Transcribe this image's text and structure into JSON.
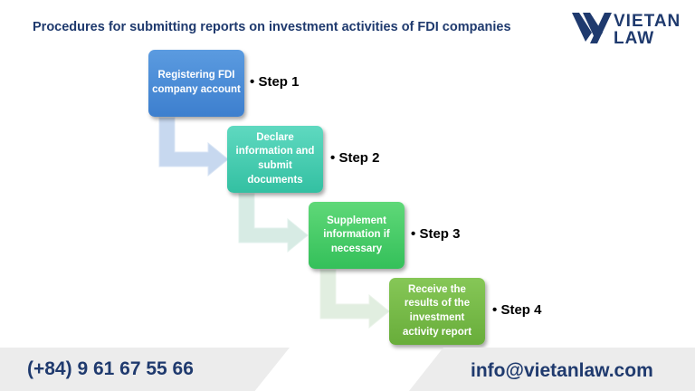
{
  "title": "Procedures for submitting reports on investment activities of FDI companies",
  "logo": {
    "line1": "VIETAN",
    "line2": "LAW"
  },
  "steps": [
    {
      "box": "Registering FDI company account",
      "label": "Step 1"
    },
    {
      "box": "Declare information and submit documents",
      "label": "Step 2"
    },
    {
      "box": "Supplement information if necessary",
      "label": "Step 3"
    },
    {
      "box": "Receive the results of the investment activity report",
      "label": "Step 4"
    }
  ],
  "bullet": "•",
  "footer": {
    "phone": "(+84) 9 61 67 55 66",
    "email": "info@vietanlaw.com"
  },
  "colors": {
    "title": "#1f3a6e",
    "step1": "#3d7fce",
    "step2": "#33c0a2",
    "step3": "#34c05a",
    "step4": "#68ad3a"
  }
}
